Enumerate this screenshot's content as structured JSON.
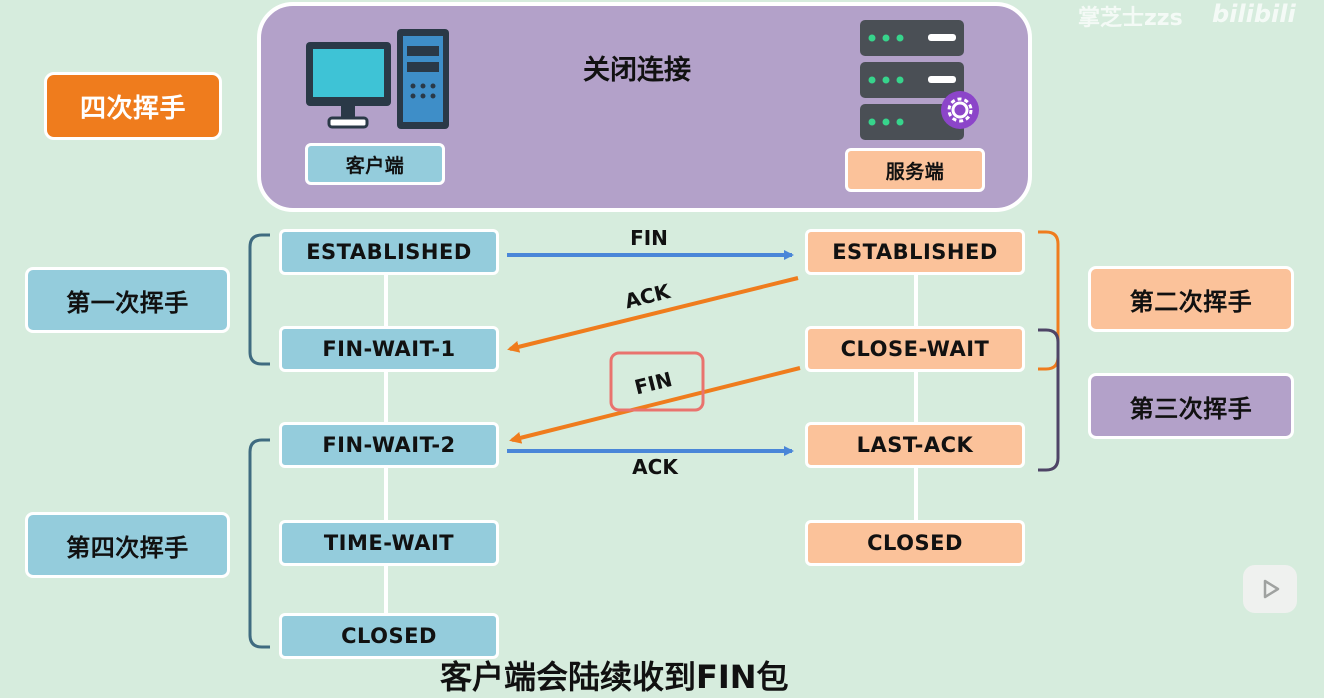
{
  "header": {
    "title_badge": "四次挥手",
    "action": "关闭连接",
    "client_label": "客户端",
    "server_label": "服务端"
  },
  "client_states": [
    "ESTABLISHED",
    "FIN-WAIT-1",
    "FIN-WAIT-2",
    "TIME-WAIT",
    "CLOSED"
  ],
  "server_states": [
    "ESTABLISHED",
    "CLOSE-WAIT",
    "LAST-ACK",
    "CLOSED"
  ],
  "messages": {
    "fin1": "FIN",
    "ack1": "ACK",
    "fin2": "FIN",
    "ack2": "ACK"
  },
  "handshake_labels": {
    "first": "第一次挥手",
    "second": "第二次挥手",
    "third": "第三次挥手",
    "fourth": "第四次挥手"
  },
  "watermark": {
    "author": "掌芝士zzs",
    "site": "bilibili"
  },
  "caption": "客户端会陆续收到FIN包",
  "colors": {
    "background": "#d6ecdd",
    "client_box": "#94ccdc",
    "server_box": "#fbc29a",
    "purple": "#b3a1c9",
    "orange": "#ef7c1d",
    "blue_arrow": "#4a86d8",
    "orange_arrow": "#ef7c1d",
    "highlight": "#e9736e"
  }
}
